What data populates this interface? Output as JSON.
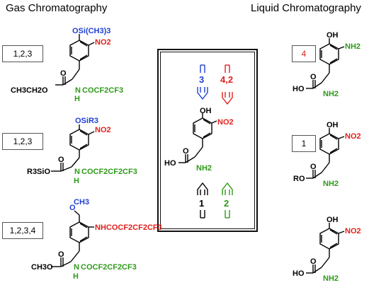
{
  "headings": {
    "left": "Gas Chromatography",
    "right": "Liquid Chromatography"
  },
  "colors": {
    "blue": "#1f3fd6",
    "red": "#e0201c",
    "green": "#2e9a1a",
    "black": "#000000"
  },
  "gc": {
    "row1": {
      "conditions": "1,2,3",
      "phenol_group": "OSi(CH3)3",
      "nitro": "NO2",
      "ester": "CH3CH2O",
      "amide": "N",
      "amide_h": "H",
      "acyl": "COCF2CF3",
      "carbonyl_o": "O"
    },
    "row2": {
      "conditions": "1,2,3",
      "phenol_group": "OSiR3",
      "nitro": "NO2",
      "ester": "R3SiO",
      "amide": "N",
      "amide_h": "H",
      "acyl": "COCF2CF2CF3",
      "carbonyl_o": "O"
    },
    "row3": {
      "conditions": "1,2,3,4",
      "methoxy_o": "O",
      "methyl": "CH3",
      "nitro_amide": "NHCOCF2CF2CF3",
      "ester": "CH3O",
      "amide": "N",
      "amide_h": "H",
      "acyl": "COCF2CF2CF3",
      "carbonyl_o": "O"
    }
  },
  "center": {
    "top_left_label": "3",
    "top_right_label": "4,2",
    "bottom_left_label": "1",
    "bottom_right_label": "2",
    "molecule": {
      "oh": "OH",
      "nitro": "NO2",
      "acid": "HO",
      "carbonyl_o": "O",
      "amine": "NH2"
    }
  },
  "lc": {
    "row1": {
      "conditions": "4",
      "oh": "OH",
      "amine_sub": "NH2",
      "acid": "HO",
      "carbonyl_o": "O",
      "amine": "NH2"
    },
    "row2": {
      "conditions": "1",
      "oh": "OH",
      "nitro": "NO2",
      "ester": "RO",
      "carbonyl_o": "O",
      "amine": "NH2"
    },
    "row3": {
      "oh": "OH",
      "nitro": "NO2",
      "acid": "HO",
      "carbonyl_o": "O",
      "amine": "NH2"
    }
  }
}
